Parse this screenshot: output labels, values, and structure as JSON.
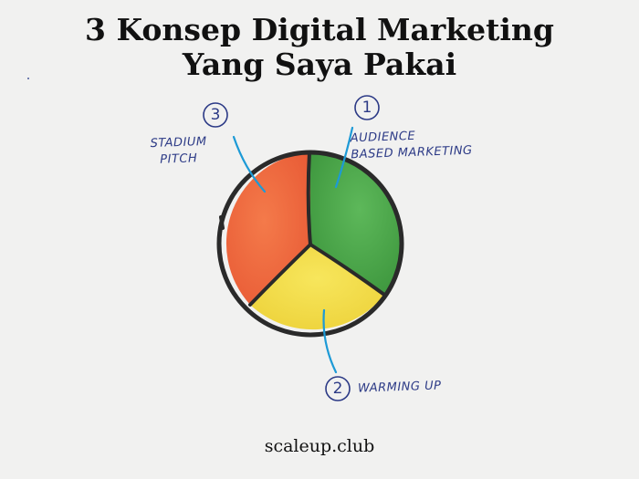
{
  "title": {
    "line1": "3 Konsep Digital Marketing",
    "line2": "Yang Saya Pakai"
  },
  "segments": [
    {
      "number": "1",
      "label_line1": "AUDIENCE",
      "label_line2": "BASED MARKETING",
      "color": "#4aa54a"
    },
    {
      "number": "2",
      "label_line1": "WARMING UP",
      "label_line2": "",
      "color": "#f3dd4a"
    },
    {
      "number": "3",
      "label_line1": "STADIUM",
      "label_line2": "PITCH",
      "color": "#f06a3e"
    }
  ],
  "colors": {
    "ink": "#2c3a86",
    "connector": "#1d9ad6",
    "outline": "#2a2a2a"
  },
  "footer": "scaleup.club"
}
